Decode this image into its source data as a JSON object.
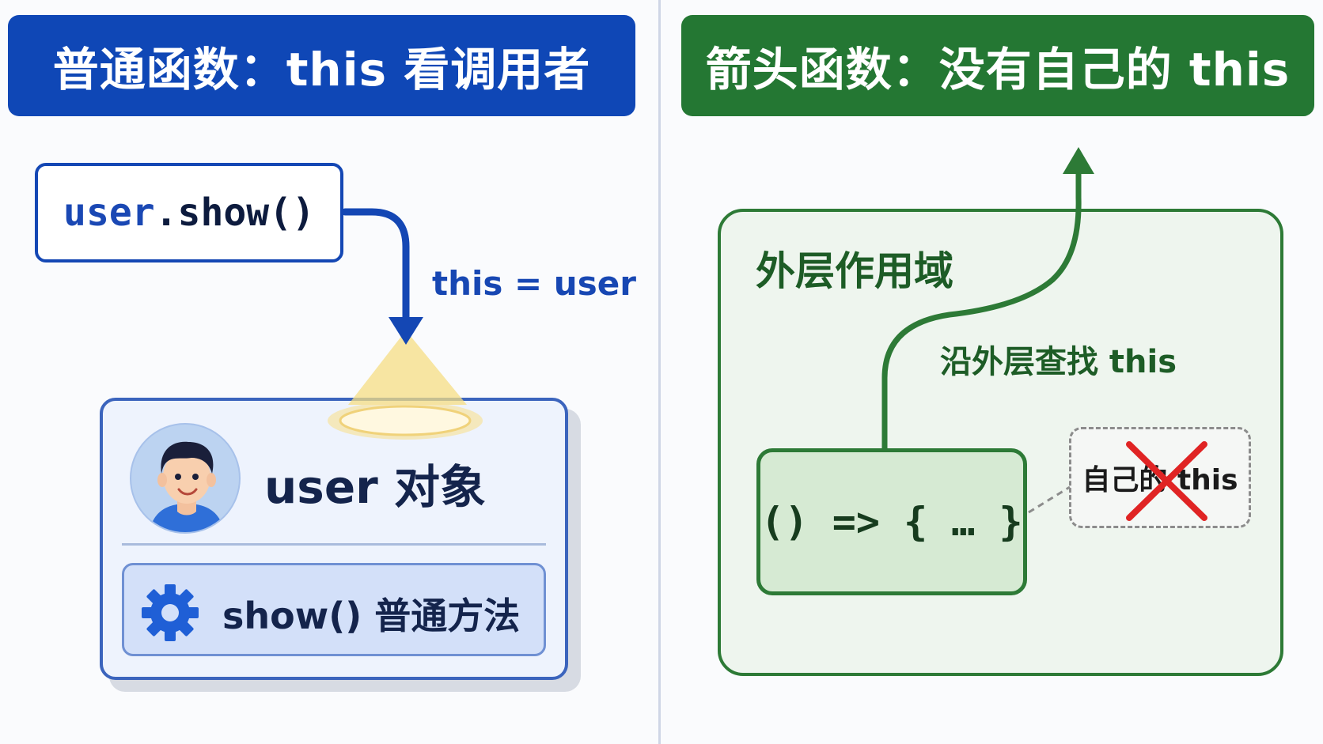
{
  "left_panel": {
    "banner_title": "普通函数：this 看调用者",
    "call_object": "user",
    "call_method": ".show()",
    "binding_label": "this = user",
    "object_card_title": "user 对象",
    "method_label": "show() 普通方法"
  },
  "right_panel": {
    "banner_title": "箭头函数：没有自己的 this",
    "scope_title": "外层作用域",
    "lookup_label": "沿外层查找 this",
    "arrow_fn_code": "() => { … }",
    "own_this_label": "自己的 this"
  },
  "icons": {
    "avatar": "person-avatar-icon",
    "method": "gear-icon",
    "cross": "red-x-icon"
  },
  "colors": {
    "left_accent": "#0f47b6",
    "right_accent": "#247733",
    "cross": "#e02424",
    "spotlight": "#f6dd83"
  }
}
